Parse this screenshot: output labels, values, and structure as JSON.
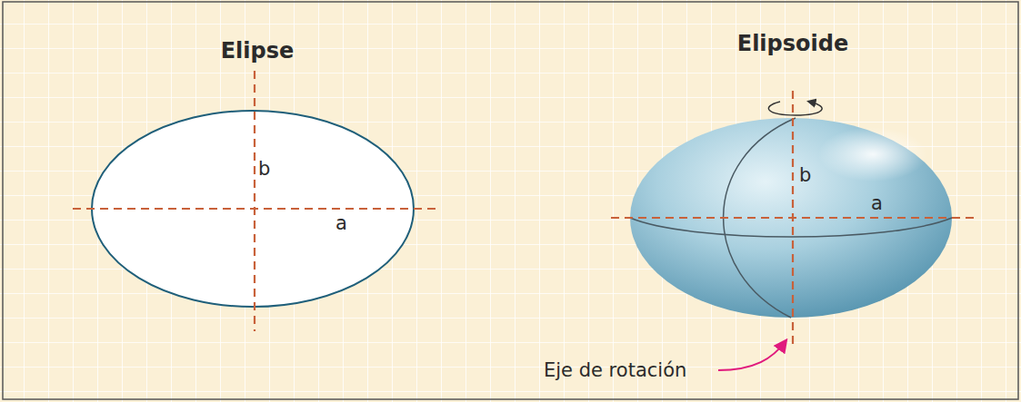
{
  "diagram": {
    "labels": [
      "Elipse",
      "b",
      "a",
      "Elipsoide",
      "b",
      "a",
      "Eje de rotación"
    ]
  }
}
